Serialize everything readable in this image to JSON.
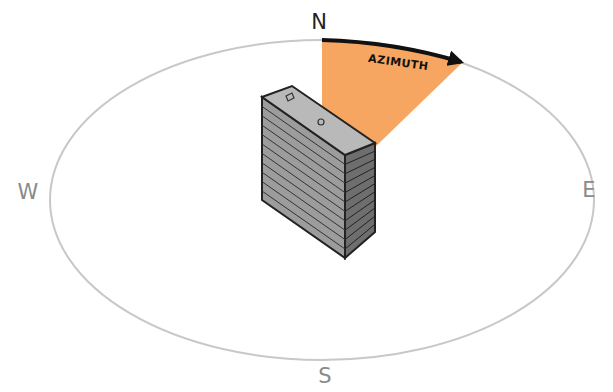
{
  "diagram": {
    "labels": [
      "N",
      "AZIMUTH",
      "W",
      "E",
      "S"
    ]
  }
}
